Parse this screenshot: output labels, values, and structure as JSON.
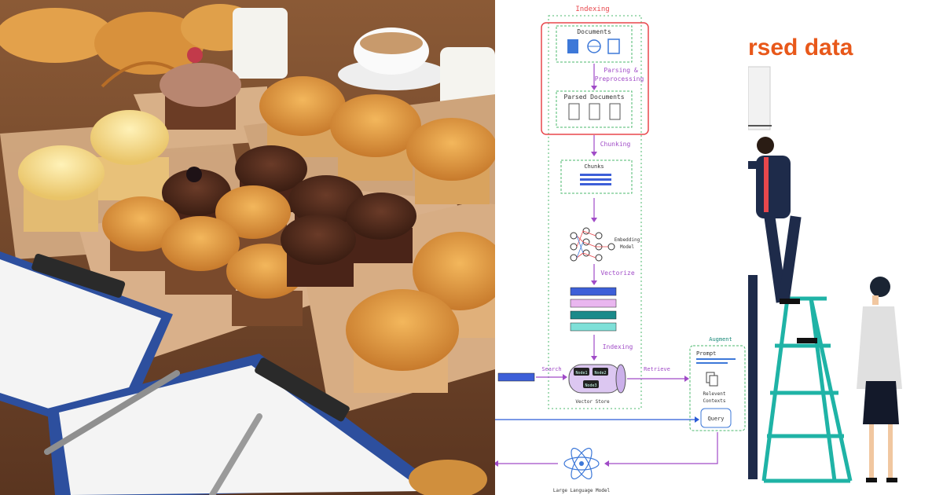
{
  "panels": {
    "rag": {
      "indexing_title": "Indexing",
      "documents_label": "Documents",
      "parsing_label_line1": "Parsing  &",
      "parsing_label_line2": "Preprocessing",
      "parsed_docs_label": "Parsed Documents",
      "chunking_label": "Chunking",
      "chunks_label": "Chunks",
      "embedding_label_line1": "Embedding",
      "embedding_label_line2": "Model",
      "vectorize_label": "Vectorize",
      "indexing_label_2": "Indexing",
      "search_label": "Search",
      "retrieve_label": "Retrieve",
      "augment_label": "Augment",
      "prompt_label": "Prompt",
      "relevant_contexts_line1": "Relevent",
      "relevant_contexts_line2": "Contexts",
      "query_label": "Query",
      "vector_store_label": "Vector Store",
      "index_nodes": [
        "Node1",
        "Node2",
        "Node3"
      ],
      "llm_label": "Large Language Model",
      "colors": {
        "indexing_red": "#e8474c",
        "purple": "#a04bc7",
        "green_dash": "#4bb86e",
        "blue": "#2a5bd7"
      }
    },
    "people": {
      "heading_partial": "rsed data",
      "colors": {
        "heading": "#e8581a",
        "ladder": "#1fb3a6",
        "suit": "#1e2b4a"
      }
    }
  }
}
